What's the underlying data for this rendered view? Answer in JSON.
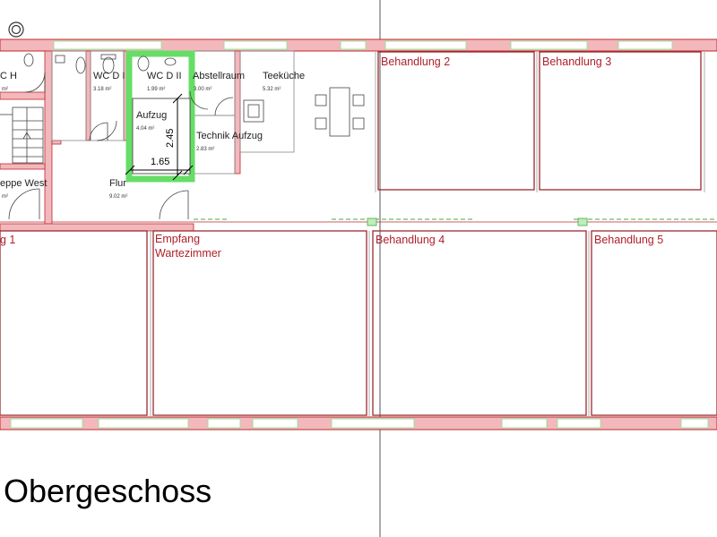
{
  "plan": {
    "floor_title": "Obergeschoss",
    "rooms": {
      "wc_h": {
        "name": "C H",
        "area": "m²"
      },
      "wc_d1": {
        "name": "WC D I",
        "area": "3.18 m²"
      },
      "wc_d2": {
        "name": "WC D II",
        "area": "1.99 m²"
      },
      "abstell": {
        "name": "Abstellraum",
        "area": "3.00 m²"
      },
      "teekueche": {
        "name": "Teeküche",
        "area": "5.32 m²"
      },
      "aufzug": {
        "name": "Aufzug",
        "area": "4.04 m²"
      },
      "technik": {
        "name": "Technik Aufzug",
        "area": "2.83 m²"
      },
      "treppe": {
        "name": "eppe West",
        "area": "m²"
      },
      "flur": {
        "name": "Flur",
        "area": "9.02 m²"
      },
      "behandlung1": {
        "name": "g 1"
      },
      "behandlung2": {
        "name": "Behandlung 2"
      },
      "behandlung3": {
        "name": "Behandlung 3"
      },
      "behandlung4": {
        "name": "Behandlung 4"
      },
      "behandlung5": {
        "name": "Behandlung 5"
      },
      "empfang": {
        "name": "Empfang",
        "name2": "Wartezimmer"
      }
    },
    "dimensions": {
      "aufzug_width": "1.65",
      "aufzug_depth": "2.45"
    },
    "colors": {
      "wall": "#f2b8bc",
      "wall_edge": "#c0282e",
      "window": "#9fe09a",
      "elevator": "#66dd66",
      "label_red": "#b0202a"
    }
  }
}
